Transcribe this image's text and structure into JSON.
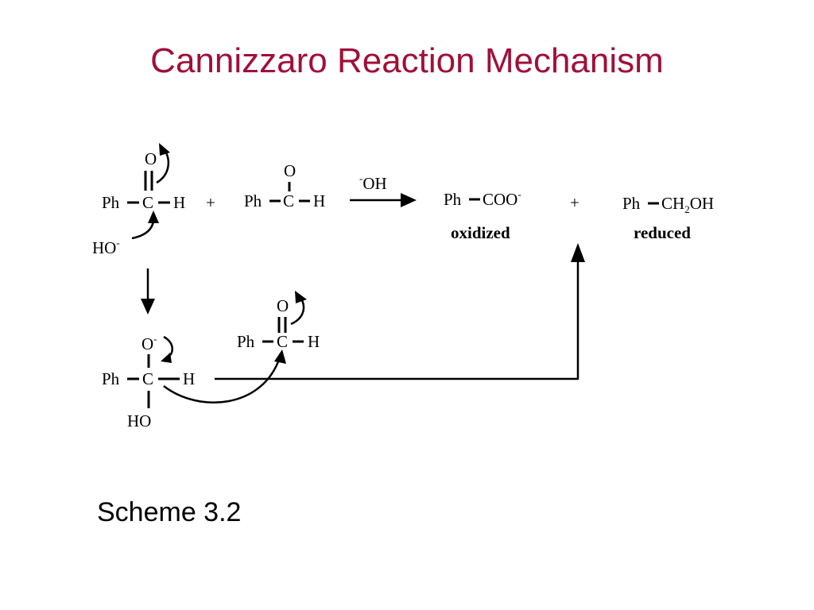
{
  "title": "Cannizzaro Reaction Mechanism",
  "caption": "Scheme 3.2",
  "labels": {
    "ph": "Ph",
    "c": "C",
    "h": "H",
    "o": "O",
    "o_minus_base": "O",
    "minus": "-",
    "plus": "+",
    "ho": "HO",
    "oh": "OH",
    "coo": "COO",
    "ch": "CH",
    "two": "2",
    "oxidized": "oxidized",
    "reduced": "reduced"
  }
}
